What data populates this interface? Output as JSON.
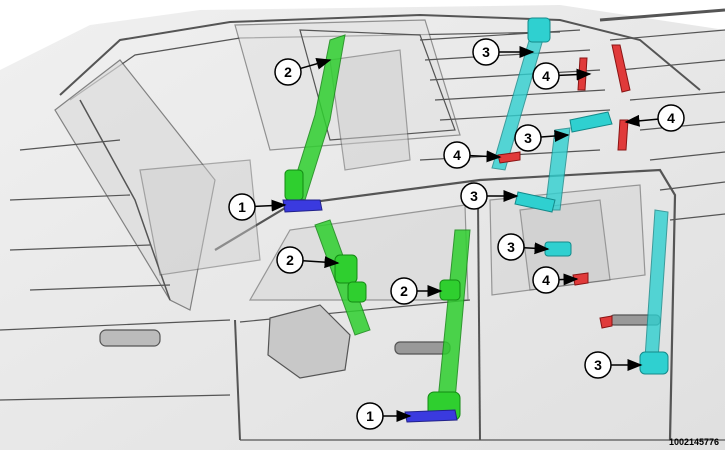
{
  "figure": {
    "id": "1002145776"
  },
  "callouts": [
    {
      "key": "c-green-b-pillar-upper",
      "label": "2"
    },
    {
      "key": "c-cyan-rear-top",
      "label": "3"
    },
    {
      "key": "c-red-rear-top",
      "label": "4"
    },
    {
      "key": "c-red-back-wall",
      "label": "4"
    },
    {
      "key": "c-cyan-rear-mid",
      "label": "3"
    },
    {
      "key": "c-red-roof",
      "label": "4"
    },
    {
      "key": "c-blue-buckle-upper",
      "label": "1"
    },
    {
      "key": "c-cyan-door-top",
      "label": "3"
    },
    {
      "key": "c-green-front-belt",
      "label": "2"
    },
    {
      "key": "c-cyan-buckle",
      "label": "3"
    },
    {
      "key": "c-red-door",
      "label": "4"
    },
    {
      "key": "c-green-b-pillar-lower",
      "label": "2"
    },
    {
      "key": "c-cyan-rear-lower",
      "label": "3"
    },
    {
      "key": "c-blue-buckle-lower",
      "label": "1"
    }
  ],
  "colors": {
    "component_1": "#3a3adf",
    "component_2": "#2fcf2f",
    "component_3": "#2fd0d0",
    "component_4": "#e03a3a",
    "line_art": "#555555",
    "callout_fill": "#ffffff",
    "callout_stroke": "#000000"
  }
}
